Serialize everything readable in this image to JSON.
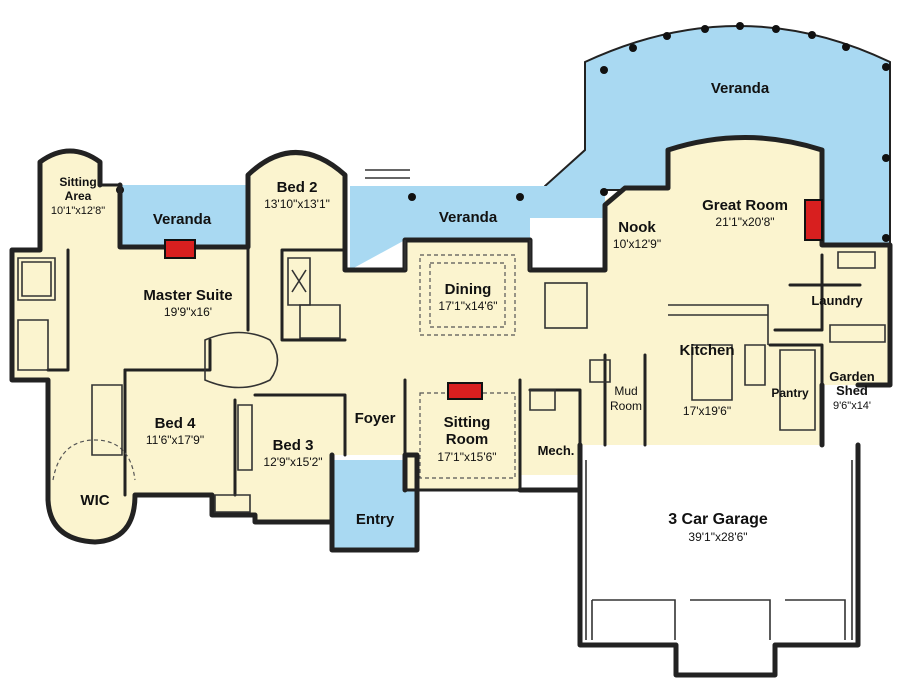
{
  "colors": {
    "interior": "#fbf4cf",
    "veranda": "#a9d9f2",
    "garage": "#ffffff",
    "wall": "#222222",
    "fireplace": "#d81f1f"
  },
  "rooms": {
    "veranda_rear": {
      "name": "Veranda"
    },
    "veranda_master": {
      "name": "Veranda"
    },
    "veranda_center": {
      "name": "Veranda"
    },
    "sitting_area": {
      "name": "Sitting\nArea",
      "line1": "Sitting",
      "line2": "Area",
      "size": "10'1\"x12'8\""
    },
    "master_suite": {
      "name": "Master Suite",
      "size": "19'9\"x16'"
    },
    "bed2": {
      "name": "Bed 2",
      "size": "13'10\"x13'1\""
    },
    "bed3": {
      "name": "Bed 3",
      "size": "12'9\"x15'2\""
    },
    "bed4": {
      "name": "Bed 4",
      "size": "11'6\"x17'9\""
    },
    "wic": {
      "name": "WIC"
    },
    "dining": {
      "name": "Dining",
      "size": "17'1\"x14'6\""
    },
    "foyer": {
      "name": "Foyer"
    },
    "entry": {
      "name": "Entry"
    },
    "sitting_room": {
      "line1": "Sitting",
      "line2": "Room",
      "size": "17'1\"x15'6\""
    },
    "nook": {
      "name": "Nook",
      "size": "10'x12'9\""
    },
    "great_room": {
      "name": "Great Room",
      "size": "21'1\"x20'8\""
    },
    "kitchen": {
      "name": "Kitchen",
      "size": "17'x19'6\""
    },
    "mud_room": {
      "line1": "Mud",
      "line2": "Room"
    },
    "mech": {
      "name": "Mech."
    },
    "pantry": {
      "name": "Pantry"
    },
    "laundry": {
      "name": "Laundry"
    },
    "garden_shed": {
      "line1": "Garden",
      "line2": "Shed",
      "size": "9'6\"x14'"
    },
    "garage": {
      "name": "3 Car Garage",
      "size": "39'1\"x28'6\""
    }
  }
}
